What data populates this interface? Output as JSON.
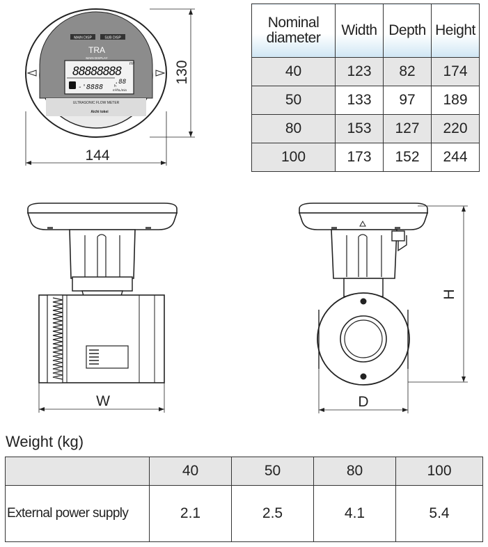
{
  "front_view": {
    "badge_left": "MAIN DISP",
    "badge_right": "SUB DISP",
    "model": "TRA",
    "sub_label": "MAIN DISPLAY",
    "main_digits": "88888888",
    "unit_m3": "m³",
    "small_digits": ".88",
    "sub_digits": "-'8888",
    "unit_rate": "m³/hL/min",
    "unit_small": "h",
    "product_label": "ULTRASONIC FLOW METER",
    "brand": "Aichi tokei",
    "dim_width": "144",
    "dim_height": "130"
  },
  "side_views": {
    "dim_w": "W",
    "dim_d": "D",
    "dim_h": "H"
  },
  "dimension_table": {
    "headers": [
      "Nominal diameter",
      "Width",
      "Depth",
      "Height"
    ],
    "rows": [
      [
        "40",
        "123",
        "82",
        "174"
      ],
      [
        "50",
        "133",
        "97",
        "189"
      ],
      [
        "80",
        "153",
        "127",
        "220"
      ],
      [
        "100",
        "173",
        "152",
        "244"
      ]
    ]
  },
  "weight": {
    "title": "Weight (kg)",
    "headers": [
      "",
      "40",
      "50",
      "80",
      "100"
    ],
    "row_label": "External power supply",
    "values": [
      "2.1",
      "2.5",
      "4.1",
      "5.4"
    ]
  },
  "colors": {
    "line": "#222222",
    "panel_gray": "#8c8c8c",
    "lcd": "#f2f2f2",
    "table_gray": "#e6e6e6",
    "header_blue": "#cfe6f4"
  }
}
